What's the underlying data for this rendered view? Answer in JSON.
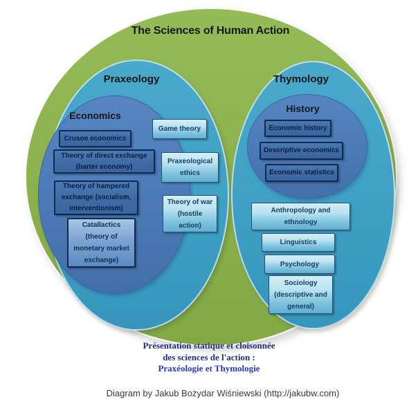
{
  "title": "The Sciences of Human Action",
  "praxeology": {
    "label": "Praxeology",
    "economics": {
      "label": "Economics",
      "items": [
        {
          "label": "Crusoe economics"
        },
        {
          "label": "Theory of direct exchange (barter economy)"
        },
        {
          "label": "Theory of hampered exchange (socialism, interventionism)"
        },
        {
          "label": "Catallactics (theory of monetary market exchange)"
        }
      ]
    },
    "items": [
      {
        "label": "Game theory"
      },
      {
        "label": "Praxeological ethics"
      },
      {
        "label": "Theory of war (hostile action)"
      }
    ]
  },
  "thymology": {
    "label": "Thymology",
    "history": {
      "label": "History",
      "items": [
        {
          "label": "Economic history"
        },
        {
          "label": "Descriptive economics"
        },
        {
          "label": "Economic statistics"
        }
      ]
    },
    "items": [
      {
        "label": "Anthropology and ethnology"
      },
      {
        "label": "Linguistics"
      },
      {
        "label": "Psychology"
      },
      {
        "label": "Sociology (descriptive and general)"
      }
    ]
  },
  "footer": {
    "french_line1": "Présentation statique et cloisonnée",
    "french_line2": "des sciences de l'action :",
    "french_line3": "Praxéologie et Thymologie",
    "credit": "Diagram by Jakub Bożydar Wiśniewski (http://jakubw.com)"
  },
  "colors": {
    "outer_green": "#8FB453",
    "branch_blue": "#41A2C5",
    "core_steel_blue": "#4C7BB7",
    "dark_box_fill": "#3F6BA5",
    "light_box_top": "#D4EEF7",
    "light_box_bottom": "#62AED3",
    "french_text_dark": "#232D7E",
    "french_text_bright": "#2B35C0"
  }
}
